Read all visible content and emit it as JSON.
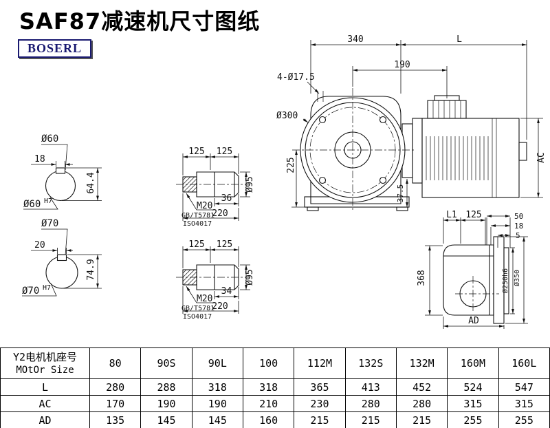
{
  "page": {
    "title": "SAF87减速机尺寸图纸",
    "logo": "BOSERL"
  },
  "colors": {
    "line": "#111111",
    "logo_navy": "#191970"
  },
  "dims": {
    "d60": "Ø60",
    "h7": "H7",
    "w18": "18",
    "h644": "64.4",
    "d70": "Ø70",
    "w20": "20",
    "h749": "74.9",
    "l125": "125",
    "m20": "M20",
    "gb": "GB/T5781",
    "iso": "ISO4017",
    "l36": "36",
    "l34": "34",
    "l220": "220",
    "d95": "Ø95",
    "top340": "340",
    "topL": "L",
    "d190": "190",
    "holes": "4-Ø17.5",
    "d300": "Ø300",
    "v225": "225",
    "v375": "37.5",
    "ac": "AC",
    "l1": "L1",
    "r125": "125",
    "r50": "50",
    "r18": "18",
    "r5": "5",
    "v368": "368",
    "d250": "Ø250h6",
    "d350": "Ø350",
    "ad": "AD"
  },
  "table": {
    "header_cn": "Y2电机机座号",
    "header_en": "MOtOr Size",
    "sizes": [
      "80",
      "90S",
      "90L",
      "100",
      "112M",
      "132S",
      "132M",
      "160M",
      "160L"
    ],
    "rows": [
      {
        "label": "L",
        "values": [
          "280",
          "288",
          "318",
          "318",
          "365",
          "413",
          "452",
          "524",
          "547"
        ]
      },
      {
        "label": "AC",
        "values": [
          "170",
          "190",
          "190",
          "210",
          "230",
          "280",
          "280",
          "315",
          "315"
        ]
      },
      {
        "label": "AD",
        "values": [
          "135",
          "145",
          "145",
          "160",
          "215",
          "215",
          "215",
          "255",
          "255"
        ]
      }
    ]
  }
}
